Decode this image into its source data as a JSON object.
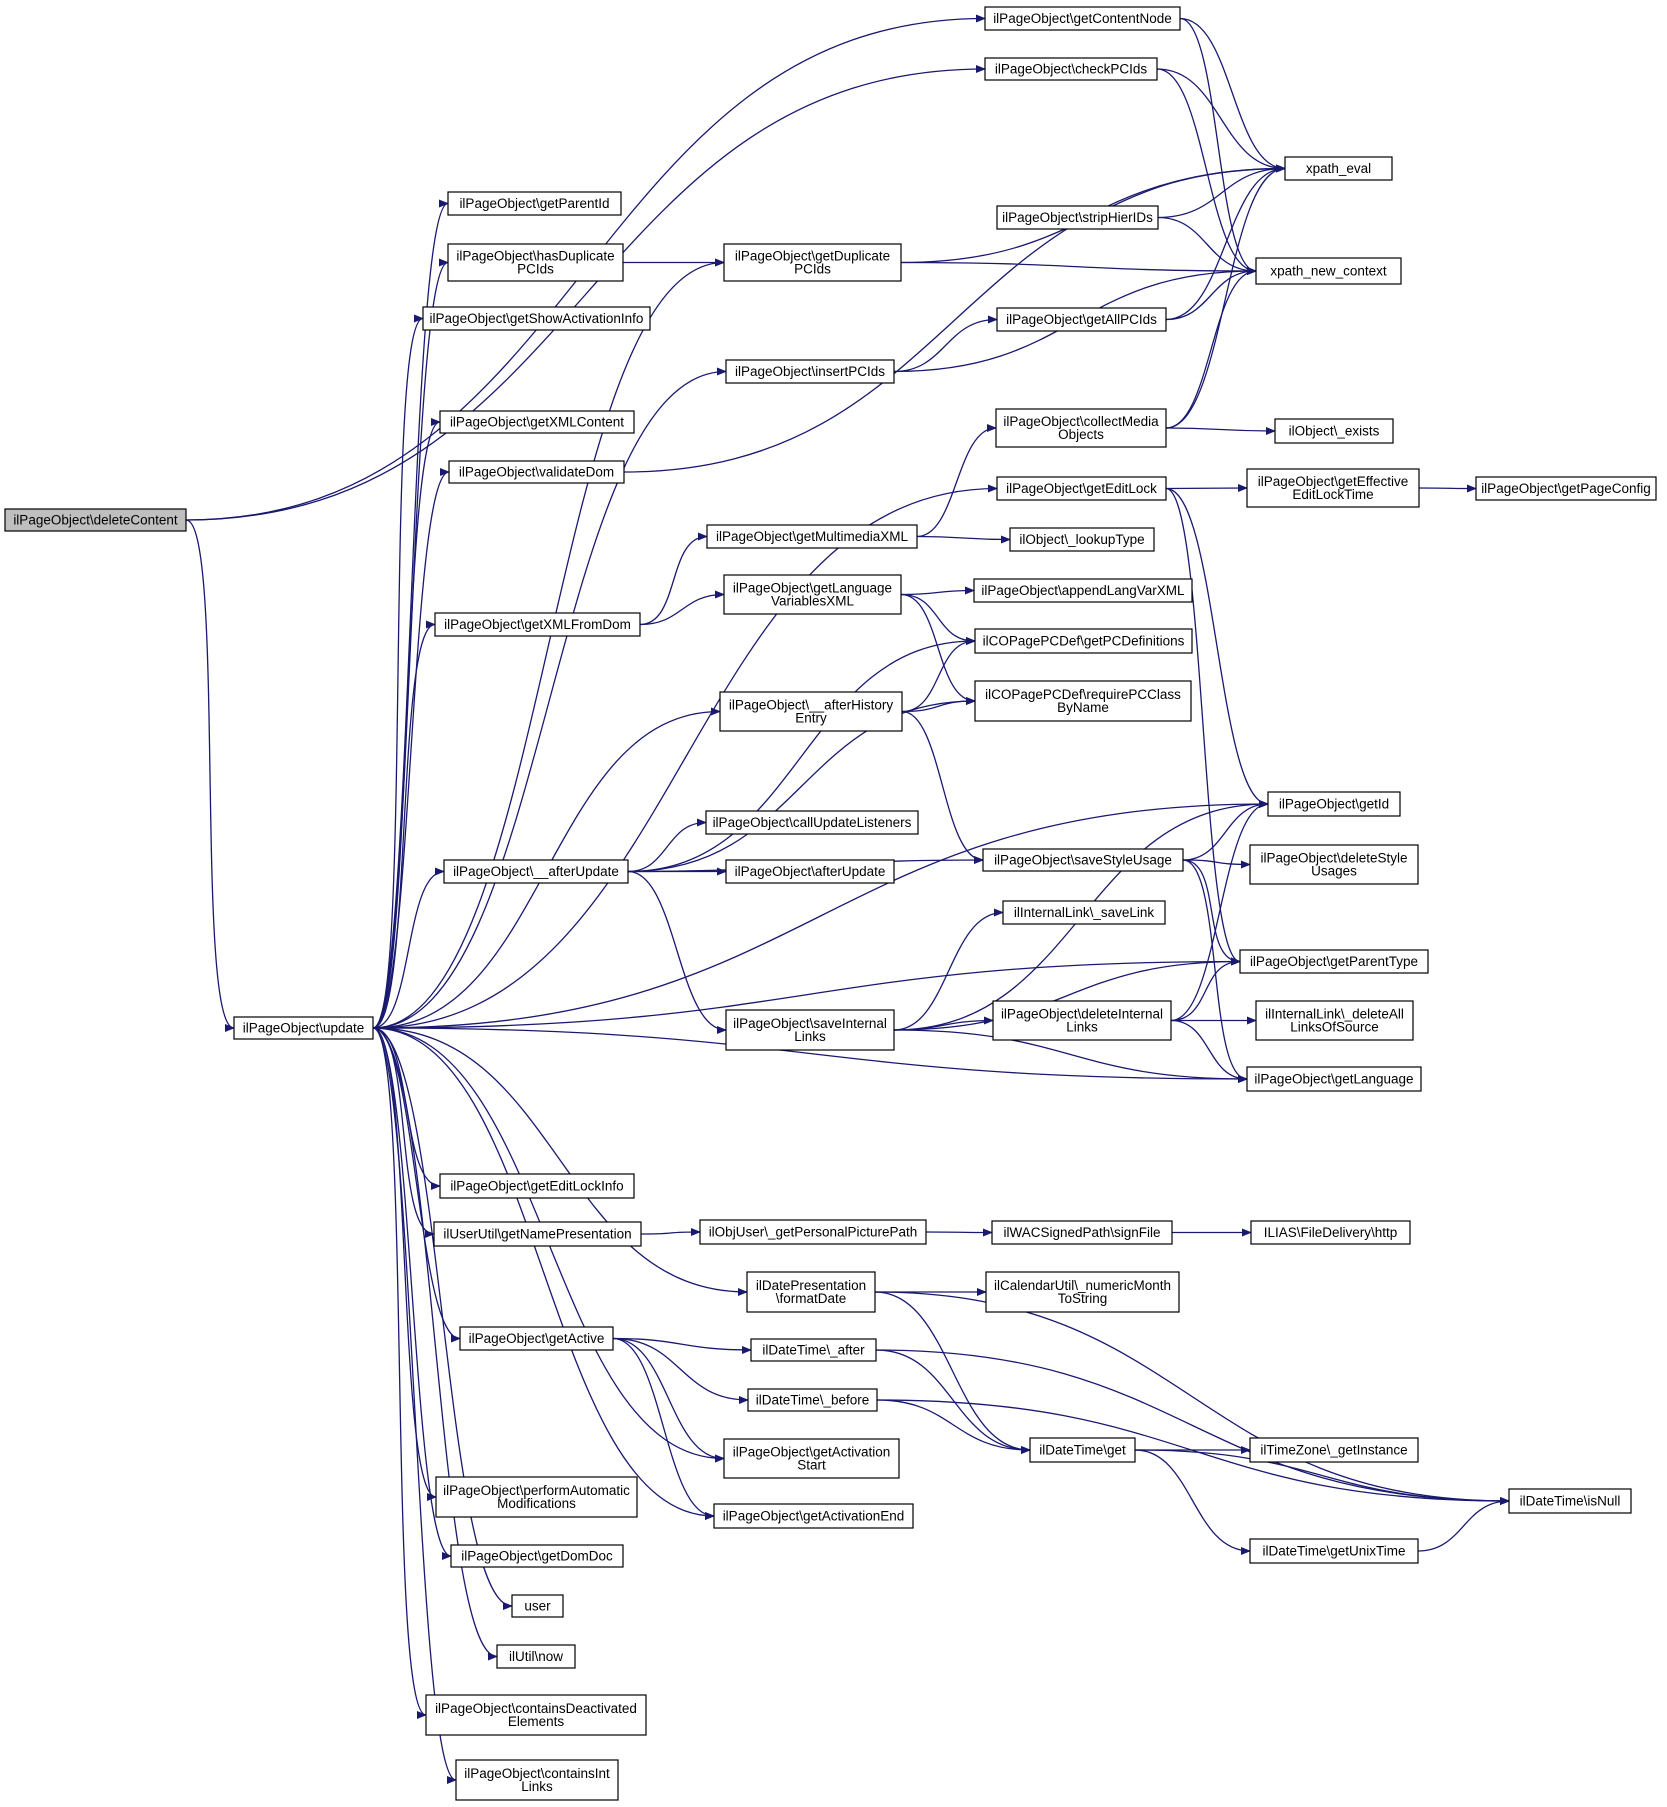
{
  "nodes": [
    {
      "id": "deleteContent",
      "lines": [
        "ilPageObject\\deleteContent"
      ],
      "root": true
    },
    {
      "id": "update",
      "lines": [
        "ilPageObject\\update"
      ]
    },
    {
      "id": "getContentNode",
      "lines": [
        "ilPageObject\\getContentNode"
      ]
    },
    {
      "id": "checkPCIds",
      "lines": [
        "ilPageObject\\checkPCIds"
      ]
    },
    {
      "id": "xpath_eval",
      "lines": [
        "xpath_eval"
      ]
    },
    {
      "id": "xpath_new_context",
      "lines": [
        "xpath_new_context"
      ]
    },
    {
      "id": "getParentId",
      "lines": [
        "ilPageObject\\getParentId"
      ]
    },
    {
      "id": "hasDuplicatePCIds",
      "lines": [
        "ilPageObject\\hasDuplicate",
        "PCIds"
      ]
    },
    {
      "id": "getDuplicatePCIds",
      "lines": [
        "ilPageObject\\getDuplicate",
        "PCIds"
      ]
    },
    {
      "id": "stripHierIDs",
      "lines": [
        "ilPageObject\\stripHierIDs"
      ]
    },
    {
      "id": "getShowActivationInfo",
      "lines": [
        "ilPageObject\\getShowActivationInfo"
      ]
    },
    {
      "id": "getAllPCIds",
      "lines": [
        "ilPageObject\\getAllPCIds"
      ]
    },
    {
      "id": "insertPCIds",
      "lines": [
        "ilPageObject\\insertPCIds"
      ]
    },
    {
      "id": "getXMLContent",
      "lines": [
        "ilPageObject\\getXMLContent"
      ]
    },
    {
      "id": "collectMediaObjects",
      "lines": [
        "ilPageObject\\collectMedia",
        "Objects"
      ]
    },
    {
      "id": "ilObject_exists",
      "lines": [
        "ilObject\\_exists"
      ]
    },
    {
      "id": "validateDom",
      "lines": [
        "ilPageObject\\validateDom"
      ]
    },
    {
      "id": "getEditLock",
      "lines": [
        "ilPageObject\\getEditLock"
      ]
    },
    {
      "id": "getEffectiveEditLockTime",
      "lines": [
        "ilPageObject\\getEffective",
        "EditLockTime"
      ]
    },
    {
      "id": "getPageConfig",
      "lines": [
        "ilPageObject\\getPageConfig"
      ]
    },
    {
      "id": "getMultimediaXML",
      "lines": [
        "ilPageObject\\getMultimediaXML"
      ]
    },
    {
      "id": "lookupType",
      "lines": [
        "ilObject\\_lookupType"
      ]
    },
    {
      "id": "getLanguageVariablesXML",
      "lines": [
        "ilPageObject\\getLanguage",
        "VariablesXML"
      ]
    },
    {
      "id": "appendLangVarXML",
      "lines": [
        "ilPageObject\\appendLangVarXML"
      ]
    },
    {
      "id": "getXMLFromDom",
      "lines": [
        "ilPageObject\\getXMLFromDom"
      ]
    },
    {
      "id": "getPCDefinitions",
      "lines": [
        "ilCOPagePCDef\\getPCDefinitions"
      ]
    },
    {
      "id": "afterHistoryEntry",
      "lines": [
        "ilPageObject\\__afterHistory",
        "Entry"
      ]
    },
    {
      "id": "requirePCClassByName",
      "lines": [
        "ilCOPagePCDef\\requirePCClass",
        "ByName"
      ]
    },
    {
      "id": "getId",
      "lines": [
        "ilPageObject\\getId"
      ]
    },
    {
      "id": "callUpdateListeners",
      "lines": [
        "ilPageObject\\callUpdateListeners"
      ]
    },
    {
      "id": "__afterUpdate",
      "lines": [
        "ilPageObject\\__afterUpdate"
      ]
    },
    {
      "id": "afterUpdate",
      "lines": [
        "ilPageObject\\afterUpdate"
      ]
    },
    {
      "id": "saveStyleUsage",
      "lines": [
        "ilPageObject\\saveStyleUsage"
      ]
    },
    {
      "id": "deleteStyleUsages",
      "lines": [
        "ilPageObject\\deleteStyle",
        "Usages"
      ]
    },
    {
      "id": "saveLink",
      "lines": [
        "ilInternalLink\\_saveLink"
      ]
    },
    {
      "id": "getParentType",
      "lines": [
        "ilPageObject\\getParentType"
      ]
    },
    {
      "id": "saveInternalLinks",
      "lines": [
        "ilPageObject\\saveInternal",
        "Links"
      ]
    },
    {
      "id": "deleteInternalLinks",
      "lines": [
        "ilPageObject\\deleteInternal",
        "Links"
      ]
    },
    {
      "id": "deleteAllLinksOfSource",
      "lines": [
        "ilInternalLink\\_deleteAll",
        "LinksOfSource"
      ]
    },
    {
      "id": "getLanguage",
      "lines": [
        "ilPageObject\\getLanguage"
      ]
    },
    {
      "id": "getEditLockInfo",
      "lines": [
        "ilPageObject\\getEditLockInfo"
      ]
    },
    {
      "id": "getNamePresentation",
      "lines": [
        "ilUserUtil\\getNamePresentation"
      ]
    },
    {
      "id": "getPersonalPicturePath",
      "lines": [
        "ilObjUser\\_getPersonalPicturePath"
      ]
    },
    {
      "id": "signFile",
      "lines": [
        "ilWACSignedPath\\signFile"
      ]
    },
    {
      "id": "http",
      "lines": [
        "ILIAS\\FileDelivery\\http"
      ]
    },
    {
      "id": "formatDate",
      "lines": [
        "ilDatePresentation",
        "\\formatDate"
      ]
    },
    {
      "id": "numericMonthToString",
      "lines": [
        "ilCalendarUtil\\_numericMonth",
        "ToString"
      ]
    },
    {
      "id": "getActive",
      "lines": [
        "ilPageObject\\getActive"
      ]
    },
    {
      "id": "dt_after",
      "lines": [
        "ilDateTime\\_after"
      ]
    },
    {
      "id": "dt_before",
      "lines": [
        "ilDateTime\\_before"
      ]
    },
    {
      "id": "dt_get",
      "lines": [
        "ilDateTime\\get"
      ]
    },
    {
      "id": "getInstance",
      "lines": [
        "ilTimeZone\\_getInstance"
      ]
    },
    {
      "id": "getActivationStart",
      "lines": [
        "ilPageObject\\getActivation",
        "Start"
      ]
    },
    {
      "id": "isNull",
      "lines": [
        "ilDateTime\\isNull"
      ]
    },
    {
      "id": "getActivationEnd",
      "lines": [
        "ilPageObject\\getActivationEnd"
      ]
    },
    {
      "id": "performAutomaticModifications",
      "lines": [
        "ilPageObject\\performAutomatic",
        "Modifications"
      ]
    },
    {
      "id": "getUnixTime",
      "lines": [
        "ilDateTime\\getUnixTime"
      ]
    },
    {
      "id": "getDomDoc",
      "lines": [
        "ilPageObject\\getDomDoc"
      ]
    },
    {
      "id": "user",
      "lines": [
        "user"
      ]
    },
    {
      "id": "now",
      "lines": [
        "ilUtil\\now"
      ]
    },
    {
      "id": "containsDeactivatedElements",
      "lines": [
        "ilPageObject\\containsDeactivated",
        "Elements"
      ]
    },
    {
      "id": "containsIntLinks",
      "lines": [
        "ilPageObject\\containsInt",
        "Links"
      ]
    }
  ],
  "edges": [
    [
      "deleteContent",
      "getContentNode"
    ],
    [
      "deleteContent",
      "checkPCIds"
    ],
    [
      "deleteContent",
      "update"
    ],
    [
      "getContentNode",
      "xpath_eval"
    ],
    [
      "getContentNode",
      "xpath_new_context"
    ],
    [
      "checkPCIds",
      "xpath_eval"
    ],
    [
      "checkPCIds",
      "xpath_new_context"
    ],
    [
      "update",
      "getParentId"
    ],
    [
      "update",
      "hasDuplicatePCIds"
    ],
    [
      "update",
      "getShowActivationInfo"
    ],
    [
      "update",
      "getDuplicatePCIds"
    ],
    [
      "update",
      "getXMLContent"
    ],
    [
      "update",
      "validateDom"
    ],
    [
      "update",
      "insertPCIds"
    ],
    [
      "update",
      "getEditLock"
    ],
    [
      "update",
      "getXMLFromDom"
    ],
    [
      "update",
      "afterHistoryEntry"
    ],
    [
      "update",
      "__afterUpdate"
    ],
    [
      "update",
      "getId"
    ],
    [
      "update",
      "getParentType"
    ],
    [
      "update",
      "getLanguage"
    ],
    [
      "update",
      "getEditLockInfo"
    ],
    [
      "update",
      "getNamePresentation"
    ],
    [
      "update",
      "formatDate"
    ],
    [
      "update",
      "getActive"
    ],
    [
      "update",
      "getActivationStart"
    ],
    [
      "update",
      "getActivationEnd"
    ],
    [
      "update",
      "performAutomaticModifications"
    ],
    [
      "update",
      "getDomDoc"
    ],
    [
      "update",
      "user"
    ],
    [
      "update",
      "now"
    ],
    [
      "update",
      "containsDeactivatedElements"
    ],
    [
      "update",
      "containsIntLinks"
    ],
    [
      "hasDuplicatePCIds",
      "getDuplicatePCIds"
    ],
    [
      "getDuplicatePCIds",
      "xpath_eval"
    ],
    [
      "getDuplicatePCIds",
      "xpath_new_context"
    ],
    [
      "validateDom",
      "xpath_eval"
    ],
    [
      "stripHierIDs",
      "xpath_eval"
    ],
    [
      "stripHierIDs",
      "xpath_new_context"
    ],
    [
      "getAllPCIds",
      "xpath_eval"
    ],
    [
      "getAllPCIds",
      "xpath_new_context"
    ],
    [
      "insertPCIds",
      "getAllPCIds"
    ],
    [
      "insertPCIds",
      "xpath_new_context"
    ],
    [
      "collectMediaObjects",
      "xpath_eval"
    ],
    [
      "collectMediaObjects",
      "xpath_new_context"
    ],
    [
      "collectMediaObjects",
      "ilObject_exists"
    ],
    [
      "getEditLock",
      "getEffectiveEditLockTime"
    ],
    [
      "getEditLock",
      "getId"
    ],
    [
      "getEditLock",
      "getParentType"
    ],
    [
      "getEffectiveEditLockTime",
      "getPageConfig"
    ],
    [
      "getMultimediaXML",
      "collectMediaObjects"
    ],
    [
      "getMultimediaXML",
      "lookupType"
    ],
    [
      "getXMLFromDom",
      "getMultimediaXML"
    ],
    [
      "getXMLFromDom",
      "getLanguageVariablesXML"
    ],
    [
      "getLanguageVariablesXML",
      "appendLangVarXML"
    ],
    [
      "getLanguageVariablesXML",
      "getPCDefinitions"
    ],
    [
      "getLanguageVariablesXML",
      "requirePCClassByName"
    ],
    [
      "afterHistoryEntry",
      "getPCDefinitions"
    ],
    [
      "afterHistoryEntry",
      "requirePCClassByName"
    ],
    [
      "afterHistoryEntry",
      "saveStyleUsage"
    ],
    [
      "__afterUpdate",
      "callUpdateListeners"
    ],
    [
      "__afterUpdate",
      "afterUpdate"
    ],
    [
      "__afterUpdate",
      "getPCDefinitions"
    ],
    [
      "__afterUpdate",
      "requirePCClassByName"
    ],
    [
      "__afterUpdate",
      "saveStyleUsage"
    ],
    [
      "__afterUpdate",
      "saveInternalLinks"
    ],
    [
      "saveStyleUsage",
      "getId"
    ],
    [
      "saveStyleUsage",
      "deleteStyleUsages"
    ],
    [
      "saveStyleUsage",
      "getParentType"
    ],
    [
      "saveStyleUsage",
      "getLanguage"
    ],
    [
      "saveInternalLinks",
      "saveLink"
    ],
    [
      "saveInternalLinks",
      "getParentType"
    ],
    [
      "saveInternalLinks",
      "deleteInternalLinks"
    ],
    [
      "saveInternalLinks",
      "getLanguage"
    ],
    [
      "saveInternalLinks",
      "getId"
    ],
    [
      "deleteInternalLinks",
      "getId"
    ],
    [
      "deleteInternalLinks",
      "getParentType"
    ],
    [
      "deleteInternalLinks",
      "deleteAllLinksOfSource"
    ],
    [
      "deleteInternalLinks",
      "getLanguage"
    ],
    [
      "getNamePresentation",
      "getPersonalPicturePath"
    ],
    [
      "getPersonalPicturePath",
      "signFile"
    ],
    [
      "signFile",
      "http"
    ],
    [
      "formatDate",
      "numericMonthToString"
    ],
    [
      "formatDate",
      "dt_get"
    ],
    [
      "formatDate",
      "isNull"
    ],
    [
      "getActive",
      "dt_after"
    ],
    [
      "getActive",
      "dt_before"
    ],
    [
      "getActive",
      "getActivationStart"
    ],
    [
      "getActive",
      "getActivationEnd"
    ],
    [
      "dt_after",
      "dt_get"
    ],
    [
      "dt_after",
      "isNull"
    ],
    [
      "dt_before",
      "dt_get"
    ],
    [
      "dt_before",
      "isNull"
    ],
    [
      "dt_get",
      "getInstance"
    ],
    [
      "dt_get",
      "isNull"
    ],
    [
      "dt_get",
      "getUnixTime"
    ],
    [
      "getUnixTime",
      "isNull"
    ]
  ]
}
